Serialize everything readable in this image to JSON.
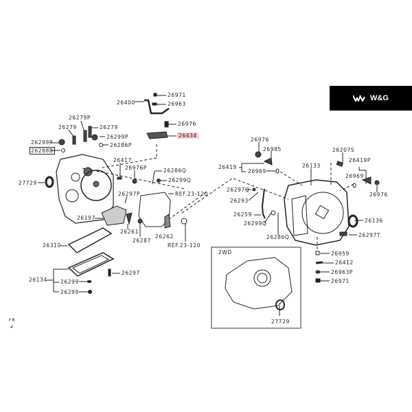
{
  "brand": {
    "name": "W&G"
  },
  "diagram": {
    "highlight_color": "#f6c8cc",
    "inset_label": "2WD",
    "orientation_label": "FR",
    "callouts": {
      "p26971a": "26971",
      "p26400": "26400",
      "p26963": "26963",
      "p26976a": "26976",
      "p26434": "26434",
      "p26279P": "26279P",
      "p26279a": "26279",
      "p26279b": "26279",
      "p26299Pa": "26299P",
      "p26299Pb": "26299P",
      "p26286P": "26286P",
      "p26288B": "26288B",
      "p26417": "26417",
      "p26976P": "26976P",
      "p26286Qa": "26286Q",
      "p26299Qa": "26299Q",
      "p27729a": "27729",
      "p26297P": "26297P",
      "ref1": "REF.23-120",
      "p26197": "26197",
      "p26261": "26261",
      "p26287": "26287",
      "p26262": "26262",
      "ref2": "REF.23-120",
      "p26310": "26310",
      "p26297": "26297",
      "p26134": "26134",
      "p26299a": "26299",
      "p26299b": "26299",
      "p26976b": "26976",
      "p26985": "26985",
      "p26419": "26419",
      "p26969a": "26969",
      "p26207S": "26207S",
      "p26419P": "26419P",
      "p26133": "26133",
      "p26969b": "26969",
      "p26976c": "26976",
      "p26297Q": "26297Q",
      "p26293": "26293",
      "p26259": "26259",
      "p26136": "26136",
      "p26299Qb": "26299Q",
      "p26286Qb": "26286Q",
      "p26297T": "26297T",
      "p26959": "26959",
      "p26412": "26412",
      "p26963P": "26963P",
      "p26971b": "26971",
      "p27729b": "27729"
    }
  }
}
